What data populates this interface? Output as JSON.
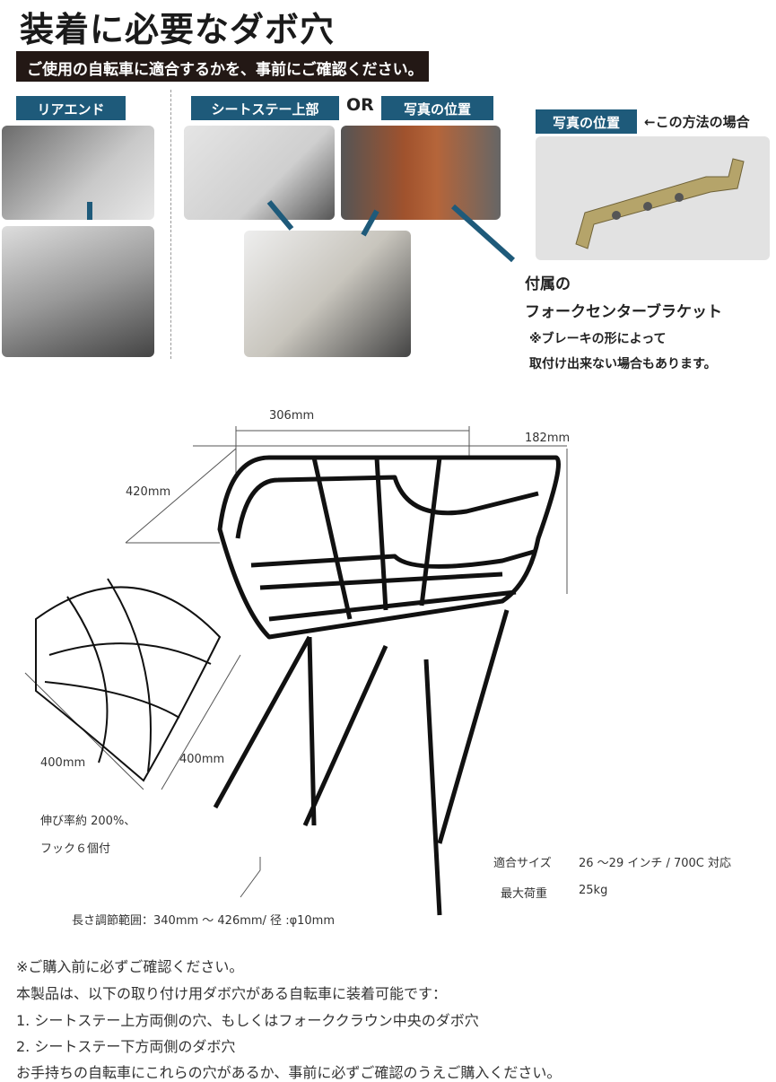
{
  "title": "装着に必要なダボ穴",
  "notice_bar": "ご使用の自転車に適合するかを、事前にご確認ください。",
  "labels": {
    "rear_end": "リアエンド",
    "seat_stay_upper": "シートステー上部",
    "or": "OR",
    "photo_position": "写真の位置",
    "photo_position_right": "写真の位置",
    "this_method": "←この方法の場合"
  },
  "bracket": {
    "included": "付属の",
    "name": "フォークセンターブラケット",
    "note1": "※ブレーキの形によって",
    "note2": "取付け出来ない場合もあります。"
  },
  "dimensions": {
    "width": "306mm",
    "depth": "182mm",
    "length": "420mm",
    "net_w": "400mm",
    "net_h": "400mm",
    "stretch": "伸び率約 200%、",
    "hooks": "フック６個付",
    "fit_label": "適合サイズ",
    "fit_value": "26 ～29 インチ / 700C 対応",
    "load_label": "最大荷重",
    "load_value": "25kg",
    "adjust": "長さ調節範囲：340mm ～ 426mm/ 径 :φ10mm"
  },
  "bottom_text": [
    "※ご購入前に必ずご確認ください。",
    "本製品は、以下の取り付け用ダボ穴がある自転車に装着可能です：",
    "1. シートステー上方両側の穴、もしくはフォーククラウン中央のダボ穴",
    "2. シートステー下方両側のダボ穴",
    "お手持ちの自転車にこれらの穴があるか、事前に必ずご確認のうえご購入ください。"
  ],
  "colors": {
    "label_bg": "#1e5a7a",
    "bar_bg": "#231815"
  }
}
